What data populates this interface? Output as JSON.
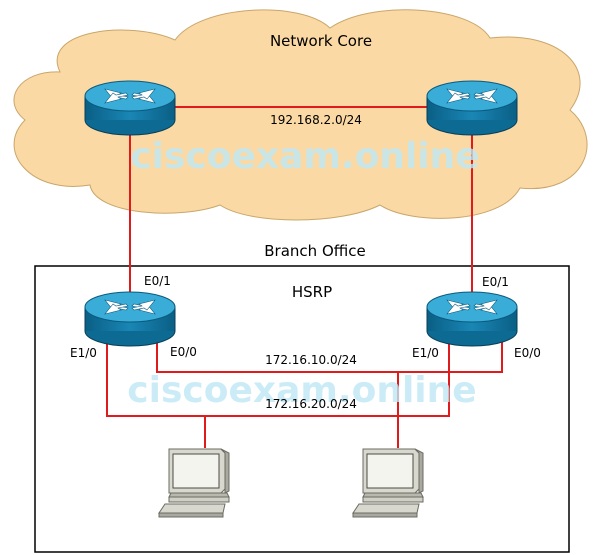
{
  "core": {
    "title": "Network Core",
    "link_subnet": "192.168.2.0/24"
  },
  "branch": {
    "title": "Branch Office",
    "protocol": "HSRP",
    "subnet_e00": "172.16.10.0/24",
    "subnet_e10": "172.16.20.0/24"
  },
  "left_branch_router": {
    "uplink": "E0/1",
    "if_e10": "E1/0",
    "if_e00": "E0/0"
  },
  "right_branch_router": {
    "uplink": "E0/1",
    "if_e10": "E1/0",
    "if_e00": "E0/0"
  },
  "watermark": "ciscoexam.online",
  "colors": {
    "cloud_fill": "#fbd9a4",
    "cloud_stroke": "#c9a66b",
    "link": "#e01b1b",
    "router_top": "#36a9d6",
    "router_side": "#0e6f99"
  }
}
